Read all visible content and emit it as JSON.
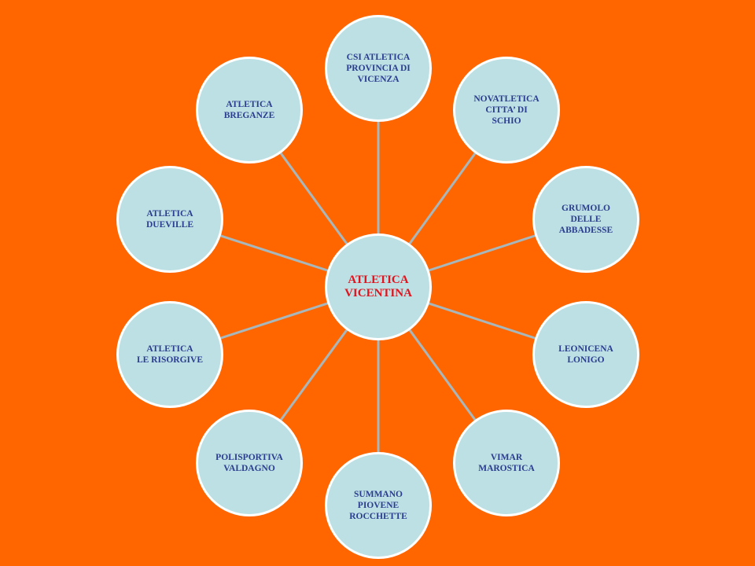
{
  "background_color": "#FF6600",
  "node_fill": "#BCE0E3",
  "node_border": "#FFFFFF",
  "spoke_color": "#A7B7BB",
  "center": {
    "label": "ATLETICA\nVICENTINA",
    "color": "#E0141E"
  },
  "nodes": [
    {
      "label": "CSI ATLETICA\nPROVINCIA DI\nVICENZA",
      "color": "#2B3D8F"
    },
    {
      "label": "NOVATLETICA\nCITTA’ DI\nSCHIO",
      "color": "#2B3D8F"
    },
    {
      "label": "GRUMOLO\nDELLE\nABBADESSE",
      "color": "#2B3D8F"
    },
    {
      "label": "LEONICENA\nLONIGO",
      "color": "#2B3D8F"
    },
    {
      "label": "VIMAR\nMAROSTICA",
      "color": "#2B3D8F"
    },
    {
      "label": "SUMMANO\nPIOVENE\nROCCHETTE",
      "color": "#2B3D8F"
    },
    {
      "label": "POLISPORTIVA\nVALDAGNO",
      "color": "#2B3D8F"
    },
    {
      "label": "ATLETICA\nLE RISORGIVE",
      "color": "#2B3D8F"
    },
    {
      "label": "ATLETICA\nDUEVILLE",
      "color": "#2B3D8F"
    },
    {
      "label": "ATLETICA\nBREGANZE",
      "color": "#2B3D8F"
    }
  ]
}
